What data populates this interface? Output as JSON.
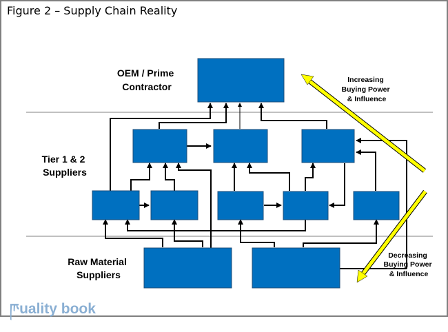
{
  "title": "Figure 2 – Supply Chain Reality",
  "tiers": {
    "oem": [
      "OEM / Prime",
      "Contractor"
    ],
    "tier12": [
      "Tier 1 & 2",
      "Suppliers"
    ],
    "raw": [
      "Raw Material",
      "Suppliers"
    ]
  },
  "annotations": {
    "increasing": [
      "Increasing",
      "Buying Power",
      "& Influence"
    ],
    "decreasing": [
      "Decreasing",
      "Buying Power",
      "& Influence"
    ]
  },
  "logo": "uality book",
  "colors": {
    "box": "#0070c0",
    "arrow": "#ffff00",
    "line": "#000000",
    "divider": "#808080"
  }
}
